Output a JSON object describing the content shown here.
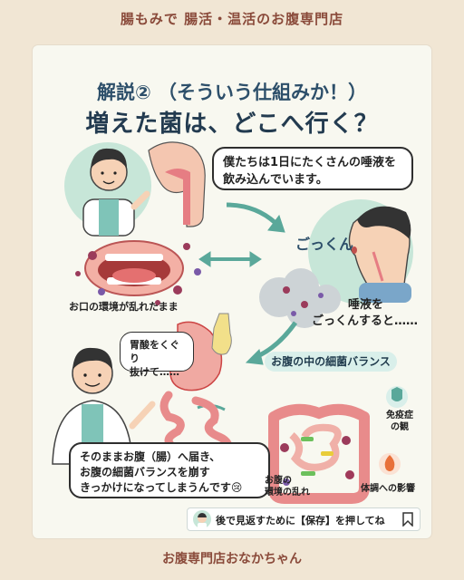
{
  "header": {
    "title": "腸もみで 腸活・温活のお腹専門店"
  },
  "footer": {
    "text": "お腹専門店おなかちゃん"
  },
  "title": {
    "line1": "解説② （そういう仕組みか！）",
    "line2": "増えた菌は、どこへ行く？"
  },
  "bubbles": {
    "top": [
      "僕たちは1日にたくさんの唾液を",
      "飲み込んでいます。"
    ],
    "stomach": [
      "胃酸をくぐり",
      "抜けて……"
    ],
    "bottom": [
      "そのままお腹（腸）へ届き、",
      "お腹の細菌バランスを崩す",
      "きっかけになってしまうんです😢"
    ]
  },
  "labels": {
    "gokkun": "ごっくん",
    "mouth": "お口の環境が乱れたまま",
    "swallow": [
      "唾液を",
      "ごっくんすると……"
    ],
    "section": "お腹の中の細菌バランス",
    "immune": [
      "免疫症",
      "の観"
    ],
    "gut_env": [
      "お腹の",
      "環境の乱れ"
    ],
    "body": "体調への影響"
  },
  "save_bar": {
    "text": "後で見返すために【保存】を押してね"
  },
  "icons": [
    "doctor-avatar",
    "bookmark-icon",
    "shield-icon",
    "flame-icon",
    "bacteria-icon",
    "arrow-icon"
  ],
  "colors": {
    "accent": "#2d4f6a",
    "brand": "#8a4a3a",
    "teal": "#5aa89a",
    "bacteria": "#9b3b5b"
  }
}
